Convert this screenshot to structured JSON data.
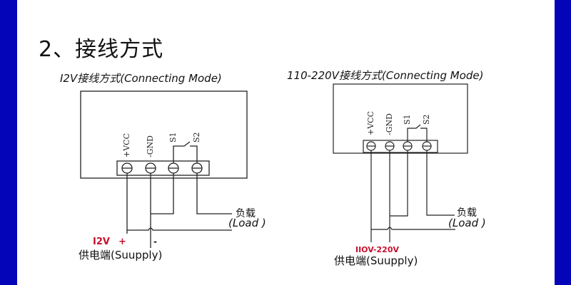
{
  "heading": "2、接线方式",
  "accent_color": "#0404b8",
  "label_color": "#c8102e",
  "diagrams": [
    {
      "title": "I2V接线方式(Connecting Mode)",
      "terminals": [
        "+VCC",
        "-GND",
        "S1",
        "S2"
      ],
      "load_cn": "负载",
      "load_en": "(Load )",
      "supply_voltage": "I2V",
      "plus_sign": "+",
      "minus_sign": "-",
      "supply_label": "供电端(Suupply)"
    },
    {
      "title": "110-220V接线方式(Connecting Mode)",
      "terminals": [
        "+VCC",
        "-GND",
        "S1",
        "S2"
      ],
      "load_cn": "负载",
      "load_en": "(Load )",
      "supply_voltage": "IIOV-220V",
      "supply_label": "供电端(Suupply)"
    }
  ]
}
